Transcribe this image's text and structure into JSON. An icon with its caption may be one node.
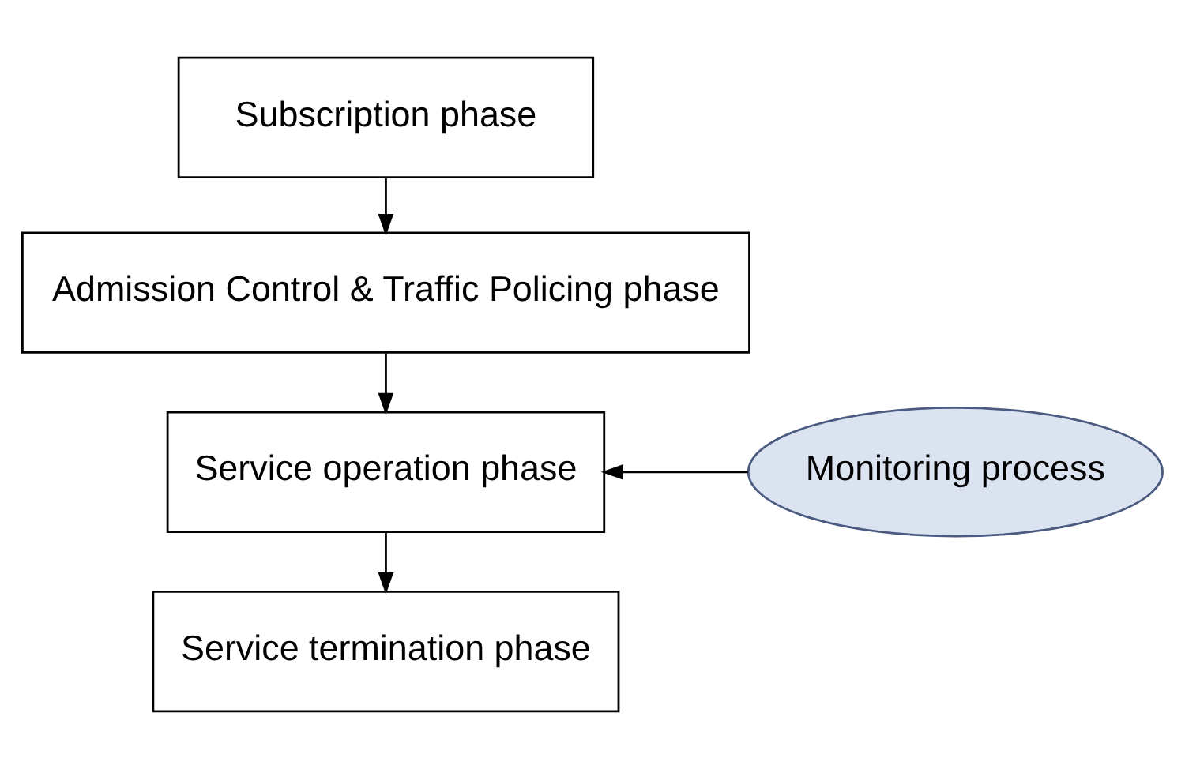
{
  "diagram": {
    "nodes": [
      {
        "text": [
          "Subscription phase"
        ]
      },
      {
        "text": [
          "Admission Control & Traffic Policing phase"
        ]
      },
      {
        "text": [
          "Service operation phase"
        ]
      },
      {
        "text": [
          "Service termination phase"
        ]
      },
      {
        "text": [
          "Monitoring process"
        ]
      }
    ],
    "edges": [
      {
        "from": 0,
        "to": 1,
        "arrow": "to"
      },
      {
        "from": 1,
        "to": 2,
        "arrow": "to"
      },
      {
        "from": 2,
        "to": 3,
        "arrow": "to"
      },
      {
        "from": 4,
        "to": 2,
        "arrow": "to"
      }
    ]
  }
}
